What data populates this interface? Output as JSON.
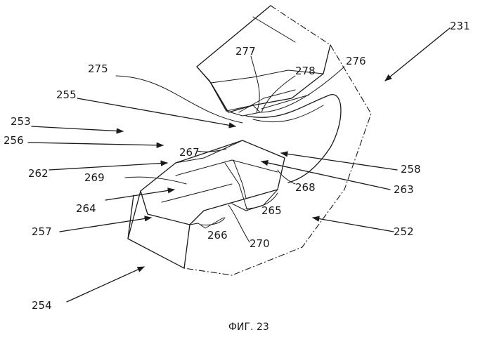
{
  "caption": "ФИГ. 23",
  "labels": {
    "l231": "231",
    "l252": "252",
    "l253": "253",
    "l254": "254",
    "l255": "255",
    "l256": "256",
    "l257": "257",
    "l258": "258",
    "l262": "262",
    "l263": "263",
    "l264": "264",
    "l265": "265",
    "l266": "266",
    "l267": "267",
    "l268": "268",
    "l269": "269",
    "l270": "270",
    "l275": "275",
    "l276": "276",
    "l277": "277",
    "l278": "278"
  }
}
